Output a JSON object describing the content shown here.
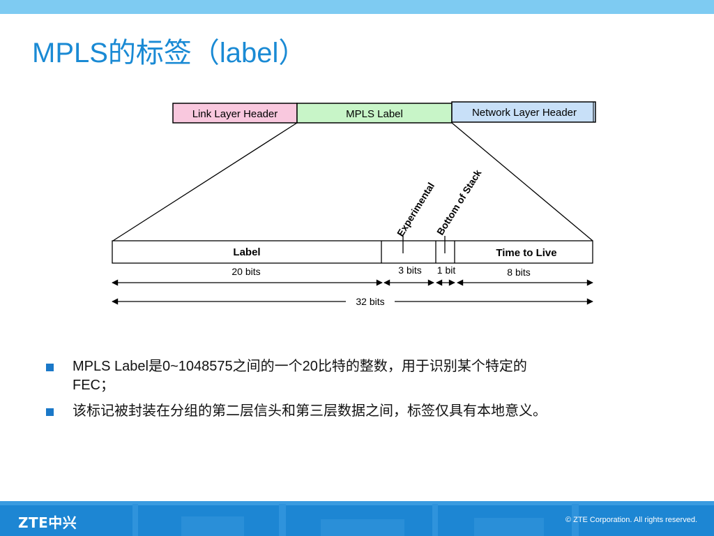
{
  "slide": {
    "title": "MPLS的标签（label）"
  },
  "diagram": {
    "header_boxes": {
      "link_layer": "Link Layer Header",
      "mpls_label": "MPLS Label",
      "network_layer": "Network Layer Header"
    },
    "fields": {
      "label": "Label",
      "ttl": "Time to Live",
      "experimental": "Experimental",
      "bottom_of_stack": "Bottom of Stack"
    },
    "bit_labels": {
      "label_bits": "20 bits",
      "exp_bits": "3 bits",
      "s_bits": "1 bit",
      "ttl_bits": "8 bits",
      "total_bits": "32 bits"
    },
    "colors": {
      "link_layer": "#f9c8de",
      "mpls_label": "#c8f5c8",
      "network_layer": "#c8e0f8",
      "outline": "#000000"
    }
  },
  "bullets": [
    {
      "line1": "MPLS Label是0~1048575之间的一个20比特的整数，用于识别某个特定的",
      "line2": "FEC；"
    },
    {
      "line1": "该标记被封装在分组的第二层信头和第三层数据之间，标签仅具有本地意义。"
    }
  ],
  "footer": {
    "logo": "ZTE中兴",
    "copyright": "© ZTE Corporation. All rights reserved."
  }
}
